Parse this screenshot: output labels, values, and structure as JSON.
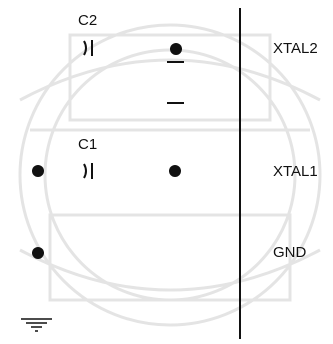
{
  "components": {
    "c2": {
      "label": "C2"
    },
    "c1": {
      "label": "C1"
    }
  },
  "pins": {
    "xtal2": "XTAL2",
    "xtal1": "XTAL1",
    "gnd": "GND"
  },
  "colors": {
    "ink": "#111111",
    "watermark": "#e4e4e4"
  },
  "icons": {
    "ground": "ground-symbol-icon",
    "capacitor": "capacitor-icon",
    "watermark": "university-seal-watermark"
  }
}
